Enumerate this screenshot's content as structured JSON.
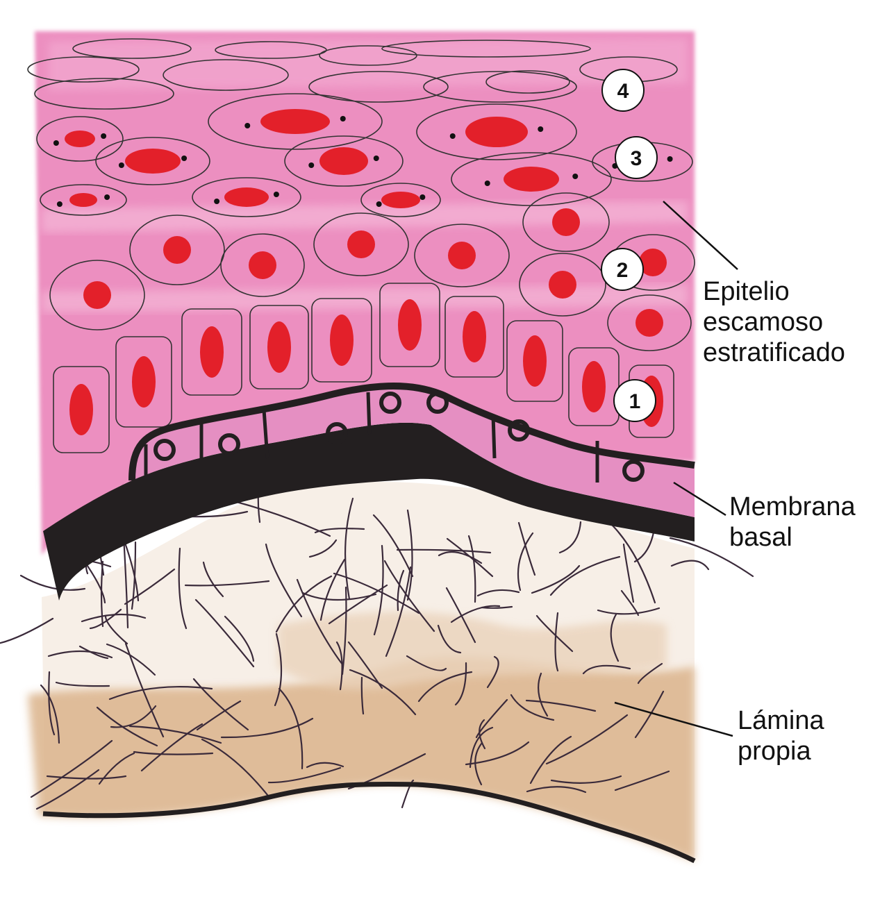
{
  "labels": {
    "epithelium": [
      "Epitelio",
      "escamoso",
      "estratificado"
    ],
    "basement_membrane": [
      "Membrana",
      "basal"
    ],
    "lamina_propria": [
      "Lámina",
      "propia"
    ]
  },
  "layer_markers": [
    "1",
    "2",
    "3",
    "4"
  ],
  "colors": {
    "epithelium_pink": "#ec8fc0",
    "nucleus_red": "#e3202a",
    "membrane_black": "#231f20",
    "lamina_tan": "#ddb791",
    "outline": "#333333"
  }
}
